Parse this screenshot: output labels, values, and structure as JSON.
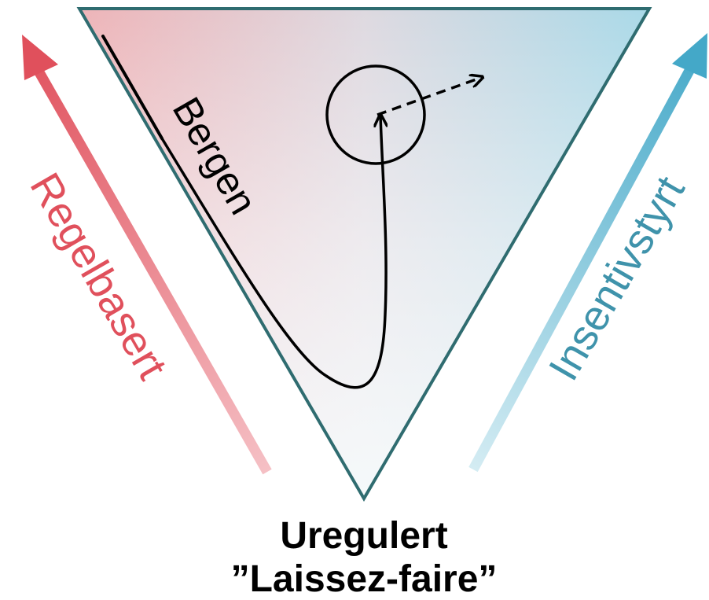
{
  "labels": {
    "left_axis": "Regelbasert",
    "right_axis": "Insentivstyrt",
    "city": "Bergen",
    "bottom_line1": "Uregulert",
    "bottom_line2": "”Laissez-faire”"
  },
  "colors": {
    "left_axis": "#e0505c",
    "right_axis": "#44a8c8",
    "triangle_outline": "#2f6c70",
    "text": "#000000"
  }
}
